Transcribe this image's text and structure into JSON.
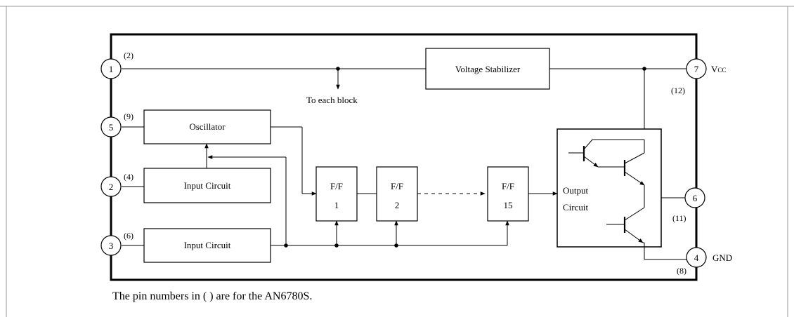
{
  "blocks": {
    "voltage_stabilizer": "Voltage Stabilizer",
    "oscillator": "Oscillator",
    "input_circuit_a": "Input Circuit",
    "input_circuit_b": "Input Circuit",
    "ff1": [
      "F/F",
      "1"
    ],
    "ff2": [
      "F/F",
      "2"
    ],
    "ff15": [
      "F/F",
      "15"
    ],
    "output_circuit": [
      "Output",
      "Circuit"
    ]
  },
  "pins": [
    {
      "number": "1",
      "alt": "(2)"
    },
    {
      "number": "5",
      "alt": "(9)"
    },
    {
      "number": "2",
      "alt": "(4)"
    },
    {
      "number": "3",
      "alt": "(6)"
    },
    {
      "number": "7",
      "alt": "(12)",
      "label": "V",
      "label_sub": "CC"
    },
    {
      "number": "6",
      "alt": "(11)"
    },
    {
      "number": "4",
      "alt": "(8)",
      "label": "GND"
    }
  ],
  "annotations": {
    "to_each_block": "To each block"
  },
  "caption": "The pin numbers in (  ) are for the AN6780S."
}
